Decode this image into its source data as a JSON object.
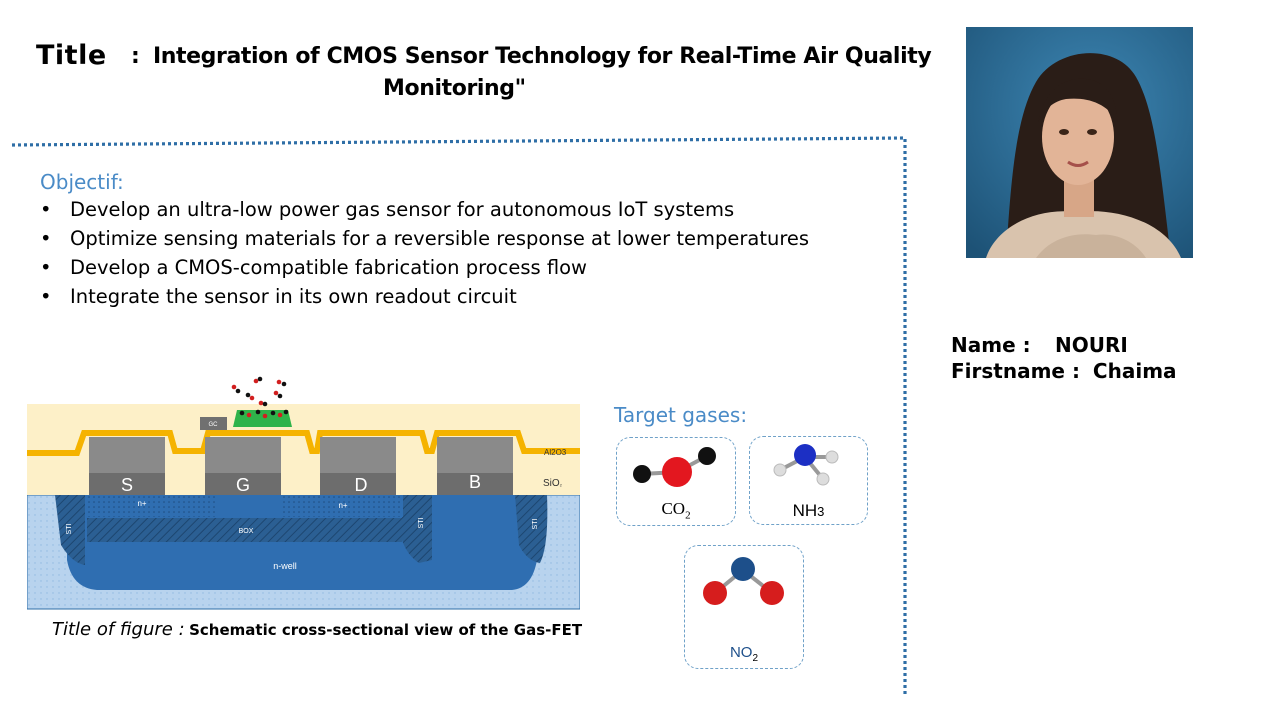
{
  "title": {
    "label": "Title",
    "colon": ":",
    "line1": "Integration of CMOS Sensor Technology for Real-Time Air Quality",
    "line2": "Monitoring\""
  },
  "objective": {
    "heading": "Objectif:",
    "bullet": "•",
    "items": [
      "Develop an ultra-low power gas sensor for autonomous IoT systems",
      "Optimize sensing materials for a reversible response at lower temperatures",
      "Develop a CMOS-compatible fabrication process flow",
      "Integrate the sensor in its own readout circuit"
    ]
  },
  "identity": {
    "name_label": "Name  :",
    "name_value": "NOURI",
    "firstname_label": "Firstname  :",
    "firstname_value": "Chaima"
  },
  "figure": {
    "title_label": "Title of figure :",
    "title_text": "Schematic cross-sectional view of the Gas-FET",
    "terminals": [
      "S",
      "G",
      "D",
      "B"
    ],
    "gc_label": "GC",
    "al2o3_label": "Al2O3",
    "sio2_label": "SiO",
    "sio2_sub": "₂",
    "nplus_label": "n+",
    "box_label": "BOX",
    "nwell_label": "n-well",
    "sti_label": "STI"
  },
  "target_gases": {
    "heading": "Target gases:",
    "co2": {
      "main": "CO",
      "sub": "2"
    },
    "nh3": {
      "main": "NH",
      "sub": "3"
    },
    "no2": {
      "main": "NO",
      "sub": "2"
    }
  },
  "colors": {
    "accent_blue": "#4a8bc7",
    "divider": "#2e6ea6",
    "substrate": "#2f6eb1",
    "oxide_bg": "#fdf0c8",
    "al2o3": "#f5b300",
    "gate_metal": "#8a8a8a",
    "sensing_layer": "#2fb34a"
  }
}
